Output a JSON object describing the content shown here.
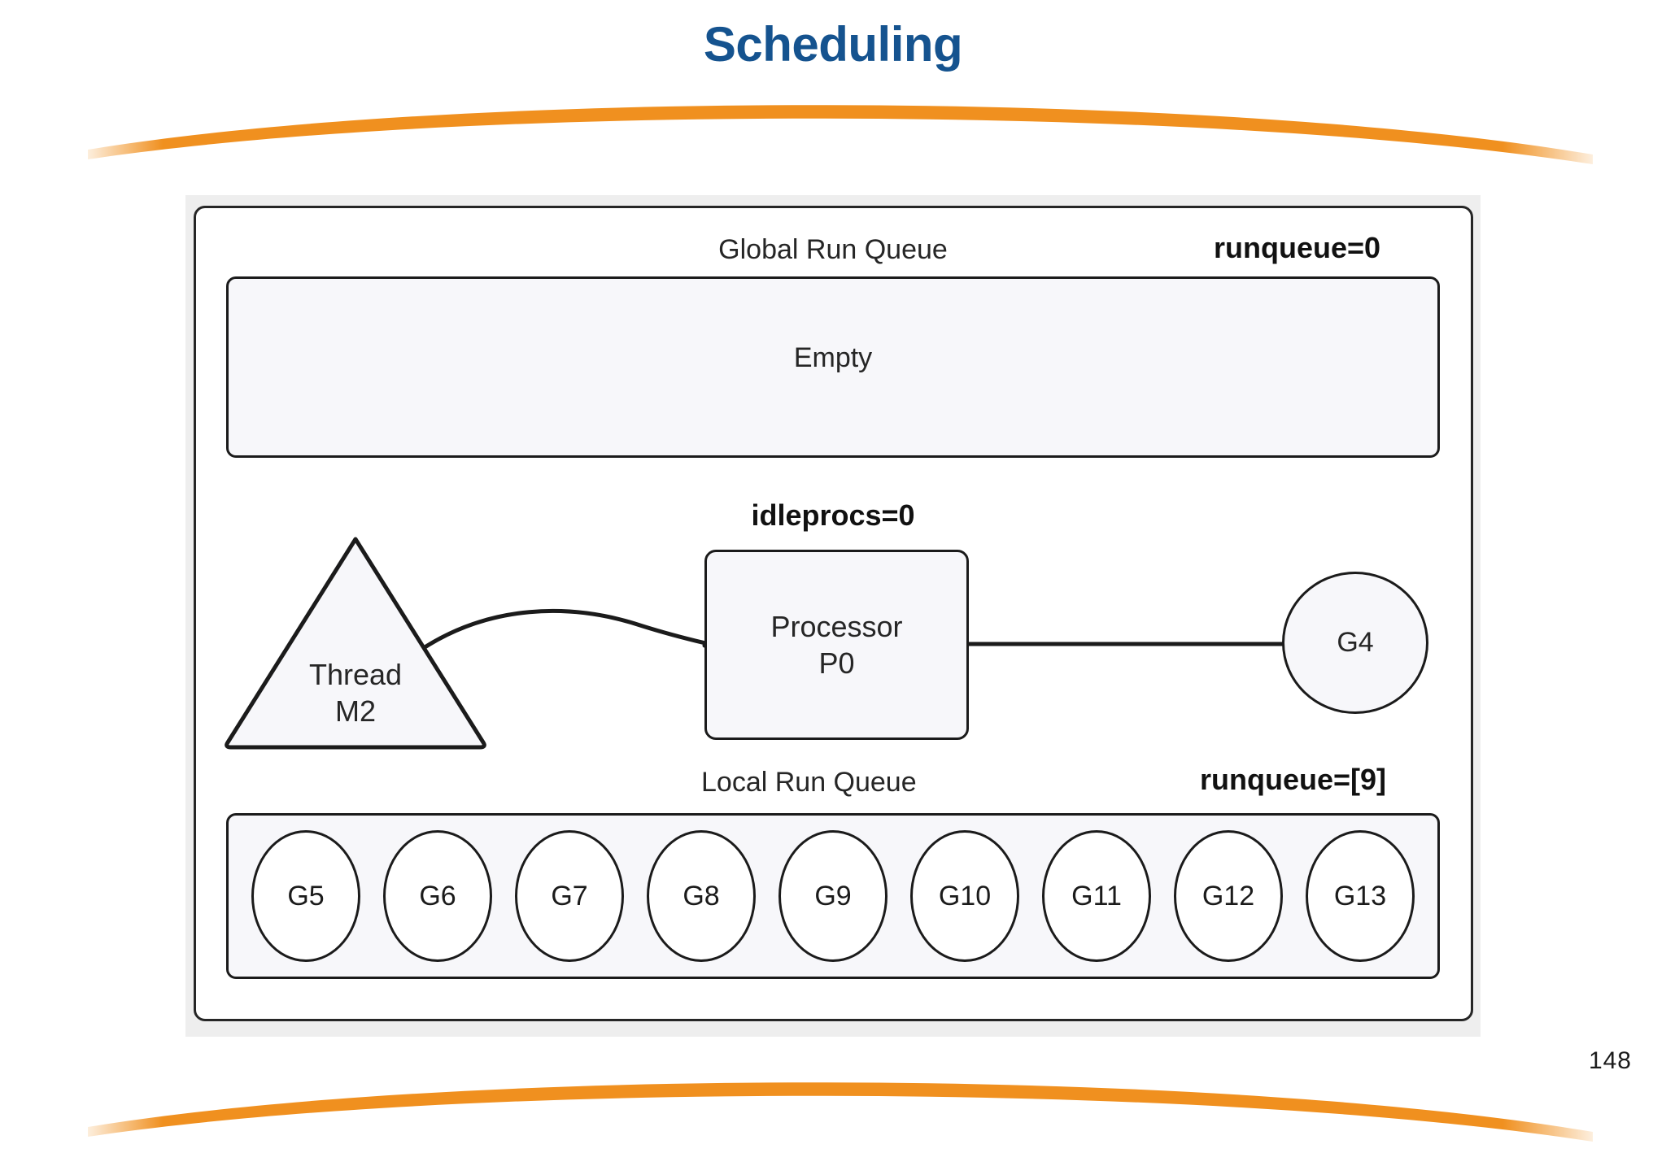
{
  "slide": {
    "title": "Scheduling",
    "title_color": "#15538f",
    "accent_color": "#f0901f",
    "page_number": "148"
  },
  "diagram": {
    "global_queue": {
      "label": "Global Run Queue",
      "stat": "runqueue=0",
      "contents_text": "Empty"
    },
    "idleprocs": {
      "stat": "idleprocs=0"
    },
    "thread": {
      "line1": "Thread",
      "line2": "M2"
    },
    "processor": {
      "line1": "Processor",
      "line2": "P0"
    },
    "running_goroutine": {
      "label": "G4"
    },
    "local_queue": {
      "label": "Local Run Queue",
      "stat": "runqueue=[9]",
      "goroutines": [
        {
          "label": "G5"
        },
        {
          "label": "G6"
        },
        {
          "label": "G7"
        },
        {
          "label": "G8"
        },
        {
          "label": "G9"
        },
        {
          "label": "G10"
        },
        {
          "label": "G11"
        },
        {
          "label": "G12"
        },
        {
          "label": "G13"
        }
      ]
    }
  }
}
